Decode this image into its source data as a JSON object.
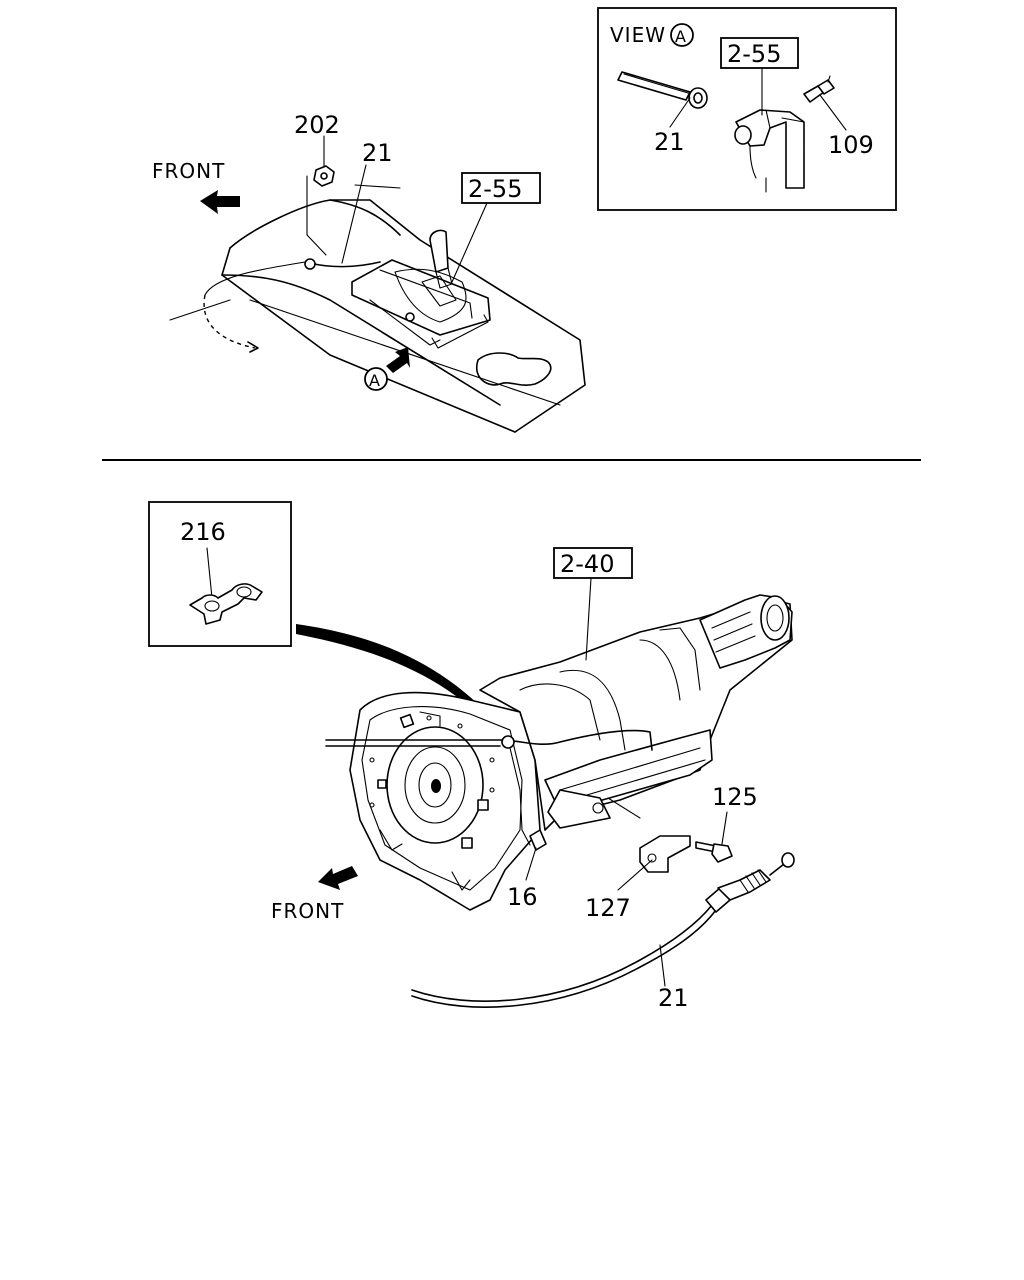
{
  "top_view": {
    "front_label": "FRONT",
    "view_marker": "A",
    "callouts": {
      "nut": "202",
      "cable": "21",
      "shift_lever_ref": "2-55"
    }
  },
  "view_a_inset": {
    "title": "VIEW",
    "title_marker": "A",
    "callouts": {
      "bracket_ref": "2-55",
      "cable": "21",
      "pin": "109"
    }
  },
  "bottom_view": {
    "front_label": "FRONT",
    "clip_inset_callout": "216",
    "callouts": {
      "transmission_ref": "2-40",
      "bolt": "125",
      "bracket": "127",
      "clip": "16",
      "cable": "21"
    }
  }
}
